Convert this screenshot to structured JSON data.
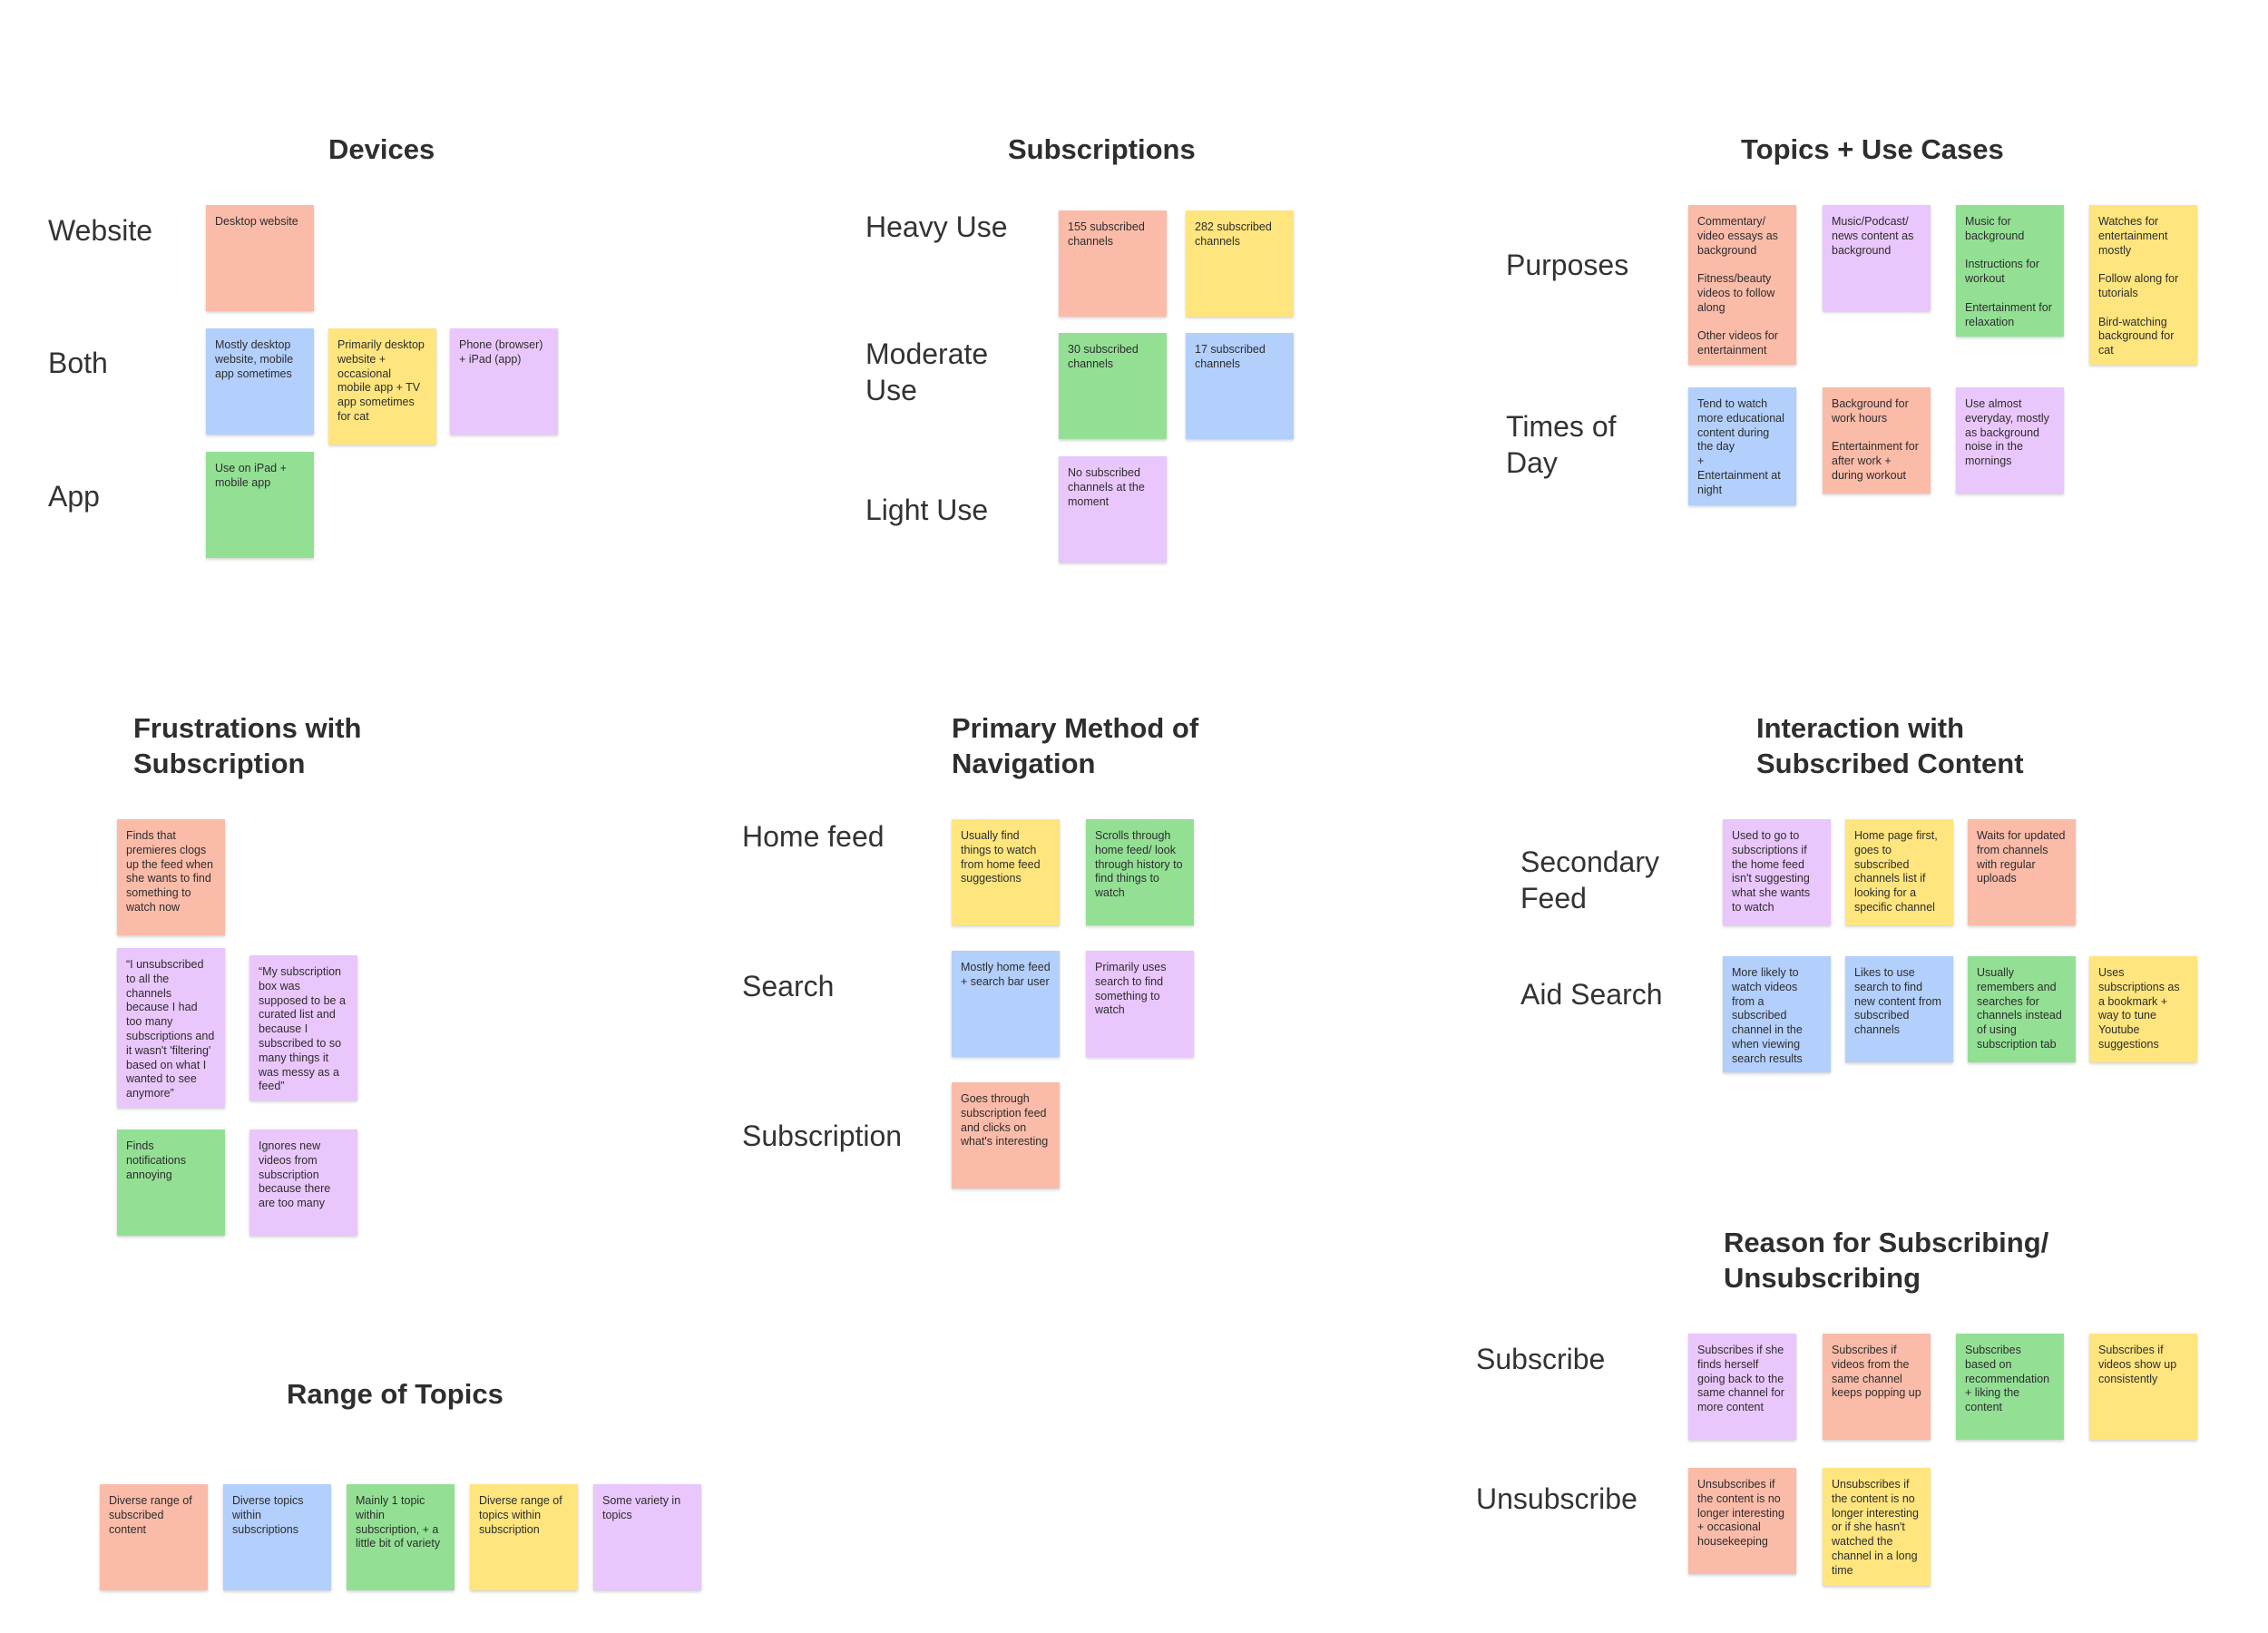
{
  "colors": {
    "salmon": "#fbbba9",
    "yellow": "#fee57e",
    "purple": "#e9c6fb",
    "blue": "#b3cffb",
    "green": "#93e095"
  },
  "devices": {
    "title": "Devices",
    "rows": {
      "website": "Website",
      "both": "Both",
      "app": "App"
    },
    "notes": {
      "desktop_website": "Desktop website",
      "mostly_desktop": "Mostly desktop website, mobile app sometimes",
      "primarily_desktop": "Primarily desktop website + occasional mobile app + TV app sometimes for cat",
      "phone_ipad": "Phone (browser) + iPad (app)",
      "ipad_mobile": "Use on iPad + mobile app"
    }
  },
  "subscriptions": {
    "title": "Subscriptions",
    "rows": {
      "heavy": "Heavy Use",
      "moderate": "Moderate Use",
      "light": "Light Use"
    },
    "notes": {
      "n155": "155 subscribed channels",
      "n282": "282 subscribed channels",
      "n30": "30 subscribed channels",
      "n17": "17 subscribed channels",
      "none": "No subscribed channels at the moment"
    }
  },
  "topics": {
    "title": "Topics + Use Cases",
    "rows": {
      "purposes": "Purposes",
      "times": "Times of Day"
    },
    "notes": {
      "commentary": "Commentary/ video essays as background\n\nFitness/beauty videos to follow along\n\nOther videos for entertainment",
      "music_podcast": "Music/Podcast/ news content as background",
      "music_bg": "Music for background\n\nInstructions for workout\n\nEntertainment for relaxation",
      "watches": "Watches for entertainment mostly\n\nFollow along for tutorials\n\nBird-watching background for cat",
      "educational": "Tend to watch more educational content during the day\n+\nEntertainment at night",
      "work_hours": "Background for work hours\n\nEntertainment for after work + during workout",
      "everyday": "Use almost everyday, mostly as background noise in the mornings"
    }
  },
  "frustrations": {
    "title": "Frustrations with Subscription",
    "notes": {
      "premieres": "Finds that premieres clogs up the feed when she wants to find something to watch now",
      "unsubscribed": "“I unsubscribed to all the channels because I had too many subscriptions and it wasn't 'filtering' based on what I wanted to see anymore”",
      "curated": "“My subscription box was supposed to be a curated list and because I subscribed to so many things it was messy as a feed”",
      "notifications": "Finds notifications annoying",
      "ignores": "Ignores new videos from subscription because there are too many"
    }
  },
  "navigation": {
    "title": "Primary Method of Navigation",
    "rows": {
      "home": "Home feed",
      "search": "Search",
      "subscription": "Subscription"
    },
    "notes": {
      "usually_find": "Usually find things to watch from home feed suggestions",
      "scrolls": "Scrolls through home feed/ look through history to find things to watch",
      "mostly_home": "Mostly home feed + search bar user",
      "primarily_search": "Primarily uses search to find something to watch",
      "goes_through": "Goes through subscription feed and clicks on what's interesting"
    }
  },
  "interaction": {
    "title": "Interaction with Subscribed Content",
    "rows": {
      "secondary": "Secondary Feed",
      "aid": "Aid Search"
    },
    "notes": {
      "used_to": "Used to go to subscriptions if the home feed isn't suggesting what she wants to watch",
      "home_first": "Home page first, goes to subscribed channels list  if looking for a specific channel",
      "waits": "Waits for updated from channels with regular uploads",
      "more_likely": "More likely to watch videos from a subscribed channel in the when viewing search results",
      "likes_search": "Likes to use search to find new content from subscribed channels",
      "remembers": "Usually remembers and searches for channels instead of using subscription tab",
      "bookmark": "Uses subscriptions as a bookmark + way to tune Youtube suggestions"
    }
  },
  "reason": {
    "title": "Reason for Subscribing/ Unsubscribing",
    "rows": {
      "subscribe": "Subscribe",
      "unsubscribe": "Unsubscribe"
    },
    "notes": {
      "going_back": "Subscribes if she finds herself going back to the same channel for more content",
      "popping_up": "Subscribes if videos from the same channel keeps popping up",
      "recommendation": "Subscribes based on recommendation + liking the content",
      "consistently": "Subscribes if videos show up consistently",
      "housekeeping": "Unsubscribes if the content is no longer interesting + occasional housekeeping",
      "long_time": "Unsubscribes if the content is no longer interesting or if she hasn't watched the channel in a long time"
    }
  },
  "range": {
    "title": "Range of Topics",
    "notes": {
      "diverse_range": "Diverse range of subscribed content",
      "diverse_topics": "Diverse topics within subscriptions",
      "mainly_one": "Mainly 1 topic within subscription, + a little bit of variety",
      "diverse_within": "Diverse range of topics within subscription",
      "some_variety": "Some variety in topics"
    }
  }
}
